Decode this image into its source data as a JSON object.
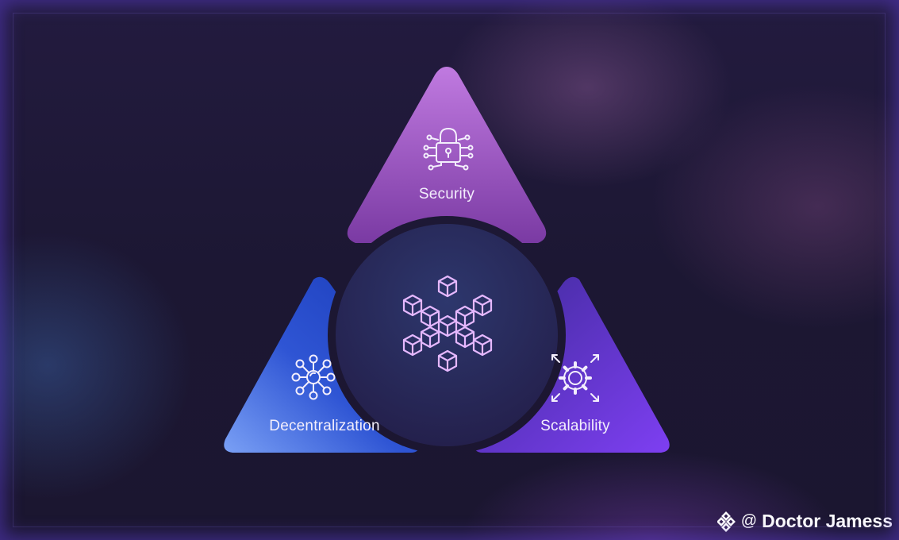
{
  "labels": {
    "top": "Security",
    "left": "Decentralization",
    "right": "Scalability"
  },
  "icons": {
    "top": "circuit-lock-icon",
    "left": "network-hub-icon",
    "right": "gear-expand-icon",
    "center": "blockchain-cubes-icon"
  },
  "watermark": {
    "at": "@",
    "name": "Doctor Jamess"
  },
  "colors": {
    "security_top": "#b06ad0",
    "security_bottom": "#7f3fa8",
    "decentral_light": "#6a92f0",
    "decentral_dark": "#1f3fc4",
    "scal_light": "#5a30c0",
    "scal_dark": "#7d3ff0",
    "icon_stroke": "#e6b8ff"
  }
}
